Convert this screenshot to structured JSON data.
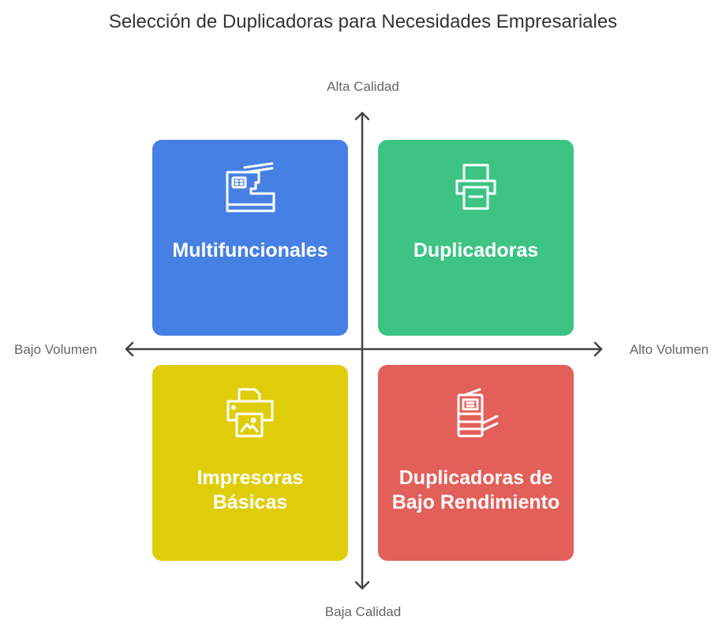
{
  "title": "Selección de Duplicadoras para Necesidades Empresariales",
  "axes": {
    "top": "Alta Calidad",
    "bottom": "Baja Calidad",
    "left": "Bajo Volumen",
    "right": "Alto Volumen"
  },
  "quadrants": [
    {
      "id": "top-left",
      "label": "Multifuncionales",
      "color": "#4780E4",
      "icon": "multifunction-printer-icon"
    },
    {
      "id": "top-right",
      "label": "Duplicadoras",
      "color": "#3DC484",
      "icon": "printer-icon"
    },
    {
      "id": "bottom-left",
      "label_lines": [
        "Impresoras",
        "Básicas"
      ],
      "color": "#E0CD0A",
      "icon": "photo-printer-icon"
    },
    {
      "id": "bottom-right",
      "label_lines": [
        "Duplicadoras de",
        "Bajo Rendimiento"
      ],
      "color": "#E35F5A",
      "icon": "copier-icon"
    }
  ],
  "colors": {
    "axis": "#444444",
    "title": "#333333",
    "axis_label": "#666666"
  }
}
